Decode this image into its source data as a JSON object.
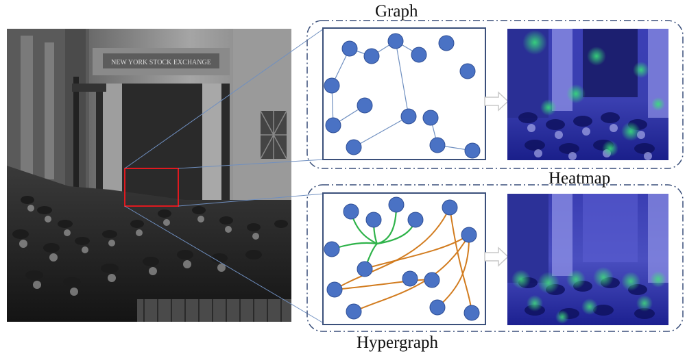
{
  "labels": {
    "graph": "Graph",
    "heatmap": "Heatmap",
    "hypergraph": "Hypergraph",
    "sign": "NEW YORK STOCK EXCHANGE"
  },
  "colors": {
    "node": "#4a72c4",
    "node_stroke": "#2f4f96",
    "graph_edge": "#6f8fc0",
    "hyperedge_green": "#2fb34a",
    "hyperedge_orange": "#d27c1f",
    "panel_border": "#3a4f7a",
    "highlight_box": "#e0191f"
  }
}
